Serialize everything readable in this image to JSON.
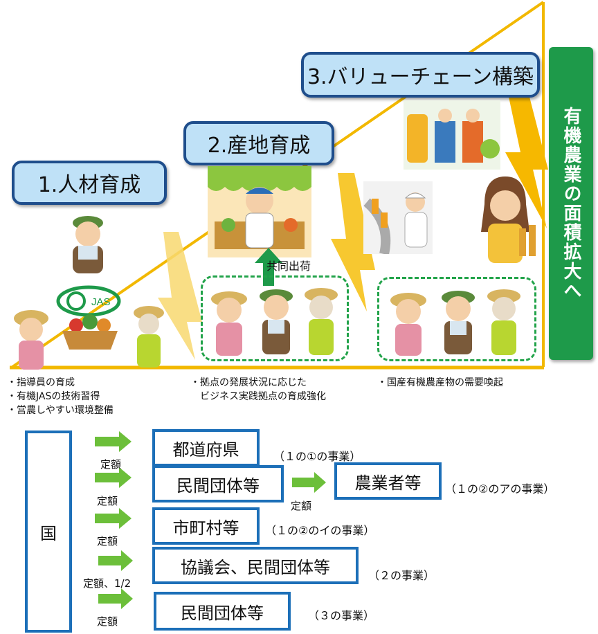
{
  "stages": [
    {
      "label": "1.人材育成"
    },
    {
      "label": "2.産地育成"
    },
    {
      "label": "3.バリューチェーン構築"
    }
  ],
  "goal": "有機農業の面積拡大へ",
  "jas_logo_text": "JAS",
  "joint_shipping": "共同出荷",
  "notes": {
    "stage1": "・指導員の育成\n・有機JASの技術習得\n・営農しやすい環境整備",
    "stage2": "・拠点の発展状況に応じた\n　ビジネス実践拠点の育成強化",
    "stage3": "・国産有機農産物の需要喚起"
  },
  "funding": {
    "country": "国",
    "rows": [
      {
        "arrow_label": "定額",
        "target": "都道府県",
        "note": "（１の①の事業）"
      },
      {
        "arrow_label": "定額",
        "target": "民間団体等",
        "note": "",
        "sub_arrow_label": "定額",
        "sub_target": "農業者等",
        "sub_note": "（１の②のアの事業）"
      },
      {
        "arrow_label": "定額",
        "target": "市町村等",
        "note": "（１の②のイの事業）"
      },
      {
        "arrow_label": "定額、1/2",
        "target": "協議会、民間団体等",
        "note": "（２の事業）"
      },
      {
        "arrow_label": "定額",
        "target": "民間団体等",
        "note": "（３の事業）"
      }
    ]
  },
  "colors": {
    "stage_fill": "#bfe1f7",
    "stage_border": "#1f4e8c",
    "goal_fill": "#1e9a4a",
    "arrow_yellow": "#f6c21a",
    "funding_border": "#1c6fb8",
    "green_arrow": "#6cbf3a"
  }
}
